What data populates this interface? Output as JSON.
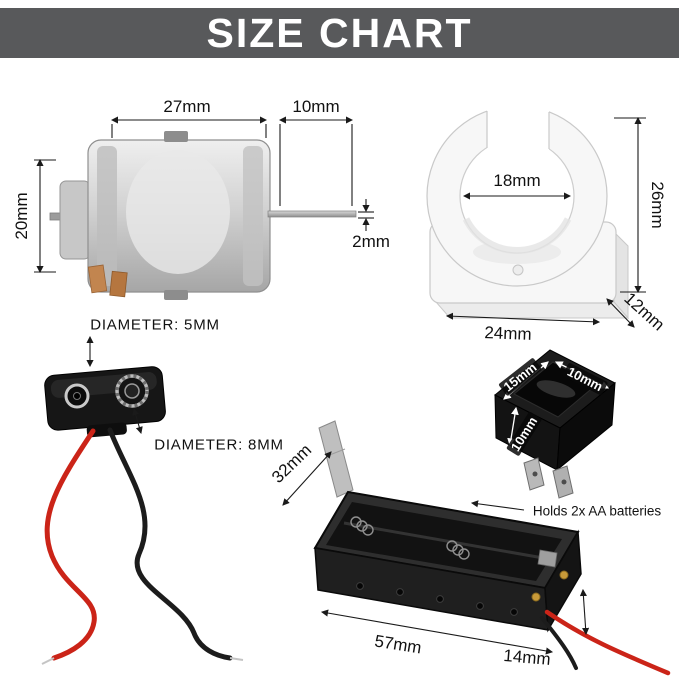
{
  "header": {
    "title": "SIZE CHART"
  },
  "motor": {
    "width": "27mm",
    "shaft_length": "10mm",
    "height": "20mm",
    "shaft_diameter": "2mm"
  },
  "clamp": {
    "inner_diameter": "18mm",
    "height": "26mm",
    "width": "24mm",
    "depth": "12mm"
  },
  "connector": {
    "small_label": "DIAMETER: 5MM",
    "large_label": "DIAMETER: 8MM"
  },
  "rocker_switch": {
    "length": "15mm",
    "width": "10mm",
    "height": "10mm"
  },
  "battery_holder": {
    "width": "32mm",
    "length": "57mm",
    "height": "14mm",
    "note": "Holds 2x AA batteries"
  },
  "colors": {
    "banner_bg": "#58595b",
    "banner_text": "#ffffff",
    "dimension_line": "#1a1a1a",
    "wire_red": "#cb2418",
    "wire_black": "#1c1c1c"
  }
}
